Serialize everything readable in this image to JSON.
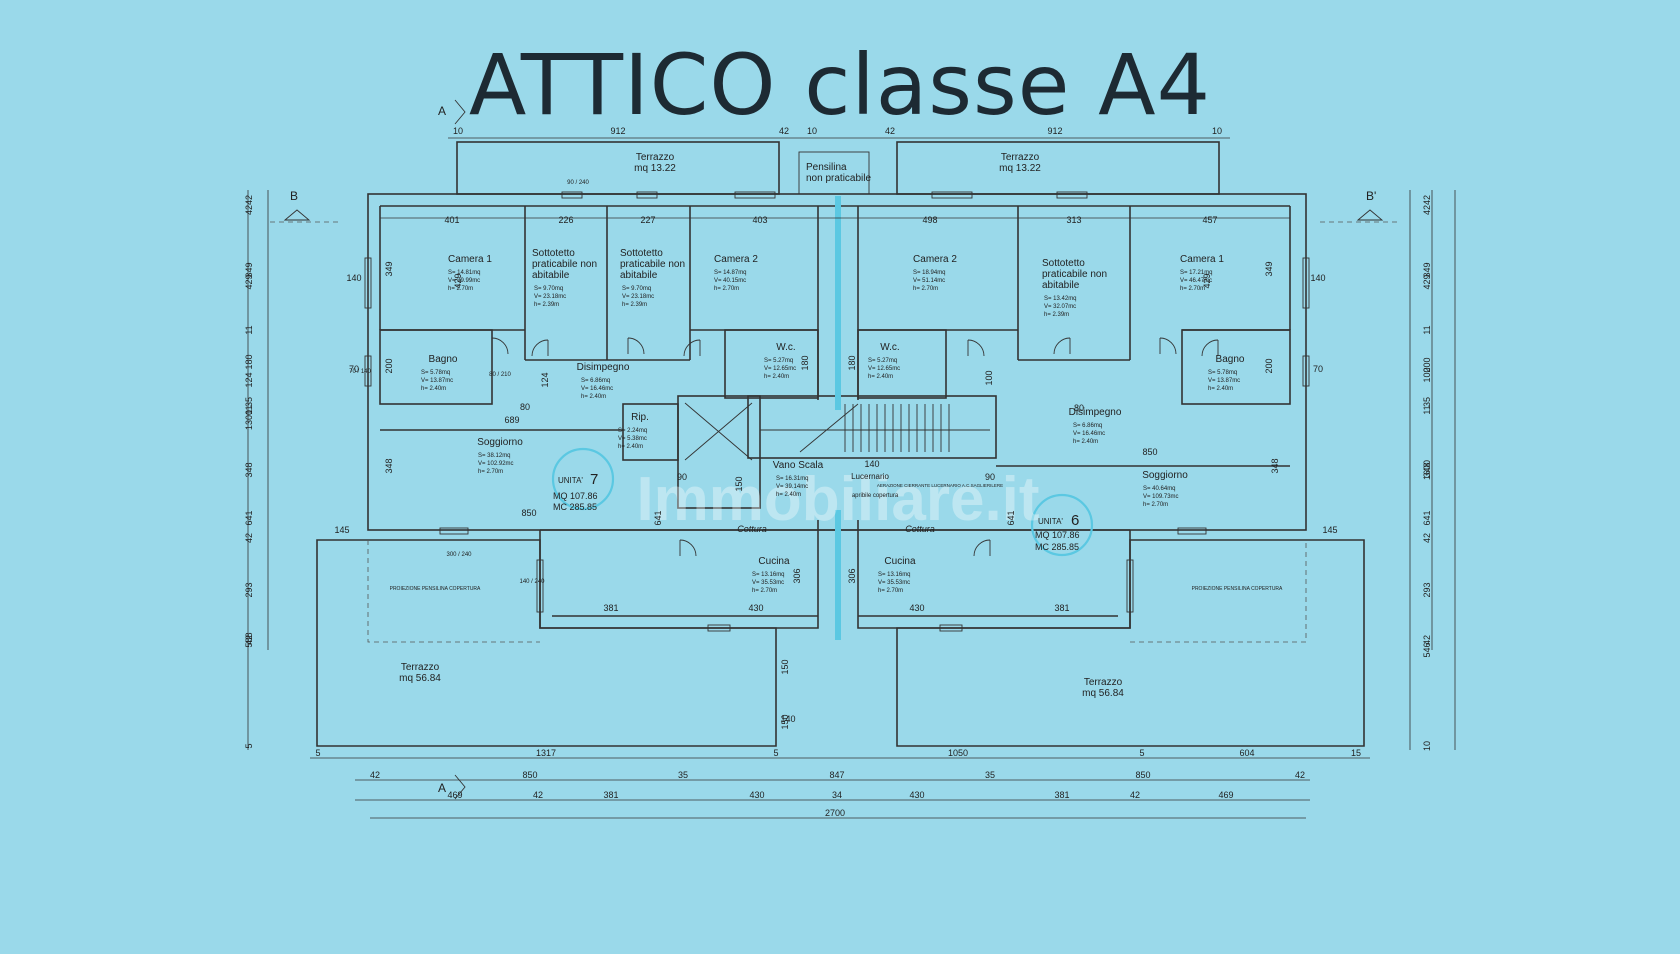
{
  "title": "ATTICO classe A4",
  "watermark": "Immobiliare.it",
  "section_marks": [
    "A",
    "A",
    "B",
    "B'"
  ],
  "rooms": [
    {
      "id": "terrazzo-top-left",
      "name": "Terrazzo",
      "area": "mq 13.22"
    },
    {
      "id": "terrazzo-top-right",
      "name": "Terrazzo",
      "area": "mq 13.22"
    },
    {
      "id": "pensilina",
      "name": "Pensilina non praticabile"
    },
    {
      "id": "camera1-left",
      "name": "Camera 1",
      "s": "S=   14.81mq",
      "v": "V=   39.99mc",
      "h": "h=    2.70m"
    },
    {
      "id": "sottotetto-left-1",
      "name": "Sottotetto praticabile non abitabile",
      "s": "S=   9.70mq",
      "v": "V=   23.18mc",
      "h": "h=    2.39m"
    },
    {
      "id": "sottotetto-left-2",
      "name": "Sottotetto praticabile non abitabile",
      "s": "S=   9.70mq",
      "v": "V=   23.18mc",
      "h": "h=    2.39m"
    },
    {
      "id": "camera2-left",
      "name": "Camera 2",
      "s": "S=   14.87mq",
      "v": "V=   40.15mc",
      "h": "h=    2.70m"
    },
    {
      "id": "camera2-right",
      "name": "Camera 2",
      "s": "S=   18.94mq",
      "v": "V=   51.14mc",
      "h": "h=    2.70m"
    },
    {
      "id": "sottotetto-right",
      "name": "Sottotetto praticabile non abitabile",
      "s": "S=   13.42mq",
      "v": "V=   32.07mc",
      "h": "h=    2.39m"
    },
    {
      "id": "camera1-right",
      "name": "Camera 1",
      "s": "S=   17.21mq",
      "v": "V=   46.47mc",
      "h": "h=    2.70m"
    },
    {
      "id": "bagno-left",
      "name": "Bagno",
      "s": "S=   5.78mq",
      "v": "V=   13.87mc",
      "h": "h=    2.40m"
    },
    {
      "id": "disimpegno-left",
      "name": "Disimpegno",
      "s": "S=   6.86mq",
      "v": "V=   16.46mc",
      "h": "h=    2.40m"
    },
    {
      "id": "wc-left",
      "name": "W.c.",
      "s": "S=   5.27mq",
      "v": "V=   12.65mc",
      "h": "h=    2.40m"
    },
    {
      "id": "wc-right",
      "name": "W.c.",
      "s": "S=   5.27mq",
      "v": "V=   12.65mc",
      "h": "h=    2.40m"
    },
    {
      "id": "disimpegno-right",
      "name": "Disimpegno",
      "s": "S=   6.86mq",
      "v": "V=   16.46mc",
      "h": "h=    2.40m"
    },
    {
      "id": "bagno-right",
      "name": "Bagno",
      "s": "S=   5.78mq",
      "v": "V=   13.87mc",
      "h": "h=    2.40m"
    },
    {
      "id": "rip",
      "name": "Rip.",
      "s": "S=   2.24mq",
      "v": "V=   5.38mc",
      "h": "h=    2.40m"
    },
    {
      "id": "soggiorno-left",
      "name": "Soggiorno",
      "s": "S=   38.12mq",
      "v": "V=   102.92mc",
      "h": "h=    2.70m"
    },
    {
      "id": "vano-scala",
      "name": "Vano Scala",
      "s": "S=   16.31mq",
      "v": "V=   39.14mc",
      "h": "h=    2.40m"
    },
    {
      "id": "soggiorno-right",
      "name": "Soggiorno",
      "s": "S=   40.64mq",
      "v": "V=   109.73mc",
      "h": "h=    2.70m"
    },
    {
      "id": "cucina-left",
      "name": "Cucina",
      "s": "S=   13.16mq",
      "v": "V=   35.53mc",
      "h": "h=    2.70m"
    },
    {
      "id": "cucina-right",
      "name": "Cucina",
      "s": "S=   13.16mq",
      "v": "V=   35.53mc",
      "h": "h=    2.70m"
    },
    {
      "id": "terrazzo-bottom-left",
      "name": "Terrazzo",
      "area": "mq 56.84"
    },
    {
      "id": "terrazzo-bottom-right",
      "name": "Terrazzo",
      "area": "mq 56.84"
    }
  ],
  "annotations": {
    "cottura_left": "Cottura",
    "cottura_right": "Cottura",
    "lucernario": "Lucernario",
    "lucernario_note": "apribile copertura",
    "aerazione": "AERAZIONE CIERRANTE LUCERNARIO A.C.SAGLIERILERE",
    "proiezione_left": "PROIEZIONE PENSILINA COPERTURA",
    "proiezione_right": "PROIEZIONE PENSILINA COPERTURA"
  },
  "units": [
    {
      "id": "unit7",
      "label": "UNITA'",
      "num": "7",
      "mq": "MQ 107.86",
      "mc": "MC 285.85"
    },
    {
      "id": "unit6",
      "label": "UNITA'",
      "num": "6",
      "mq": "MQ 107.86",
      "mc": "MC 285.85"
    }
  ],
  "dims_top": [
    "10",
    "912",
    "42",
    "10",
    "42",
    "912",
    "10"
  ],
  "dims_inner_top": [
    "401",
    "226",
    "227",
    "403",
    "498",
    "313",
    "457"
  ],
  "dims_bottom_row1": [
    "5",
    "1317",
    "5",
    "1050",
    "5",
    "604",
    "15"
  ],
  "dims_bottom_row2": [
    "42",
    "850",
    "35",
    "847",
    "35",
    "850",
    "42"
  ],
  "dims_bottom_row3": [
    "469",
    "42",
    "381",
    "430",
    "34",
    "430",
    "381",
    "42",
    "469"
  ],
  "dims_bottom_total": "2700",
  "dims_left": [
    "42",
    "42",
    "349",
    "429",
    "11",
    "180",
    "124",
    "35",
    "11",
    "348",
    "641",
    "42",
    "293",
    "588",
    "42",
    "5",
    "1300"
  ],
  "dims_right": [
    "42",
    "42",
    "349",
    "429",
    "11",
    "100",
    "200",
    "35",
    "11",
    "348",
    "641",
    "42",
    "293",
    "546",
    "42",
    "10",
    "1600"
  ],
  "dims_misc": [
    "689",
    "850",
    "850",
    "145",
    "145",
    "381",
    "430",
    "430",
    "381",
    "140",
    "150",
    "150",
    "150",
    "140",
    "90",
    "90",
    "80",
    "80",
    "306",
    "306",
    "641",
    "641",
    "348",
    "348",
    "349",
    "349",
    "200",
    "200",
    "140",
    "140",
    "70",
    "70",
    "180",
    "180",
    "100",
    "124",
    "429",
    "429"
  ],
  "openings": [
    "90 / 240",
    "80 / 210",
    "140 / 240",
    "70 / 140",
    "300 / 240"
  ]
}
